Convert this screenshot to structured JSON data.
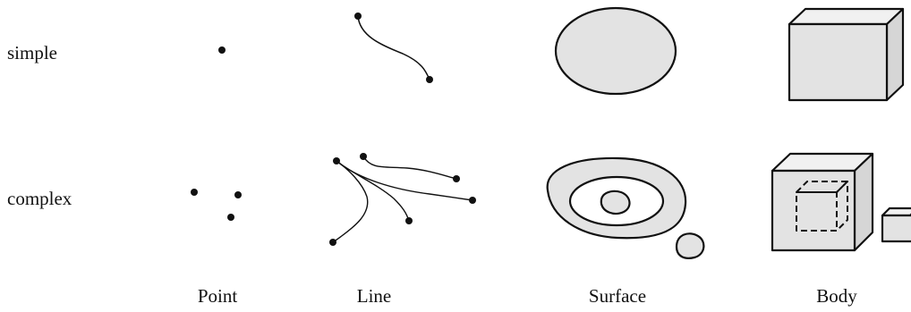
{
  "row_labels": {
    "simple": "simple",
    "complex": "complex"
  },
  "column_labels": {
    "point": "Point",
    "line": "Line",
    "surface": "Surface",
    "body": "Body"
  },
  "colors": {
    "stroke": "#111111",
    "fill": "#e3e3e3",
    "background": "#ffffff"
  }
}
